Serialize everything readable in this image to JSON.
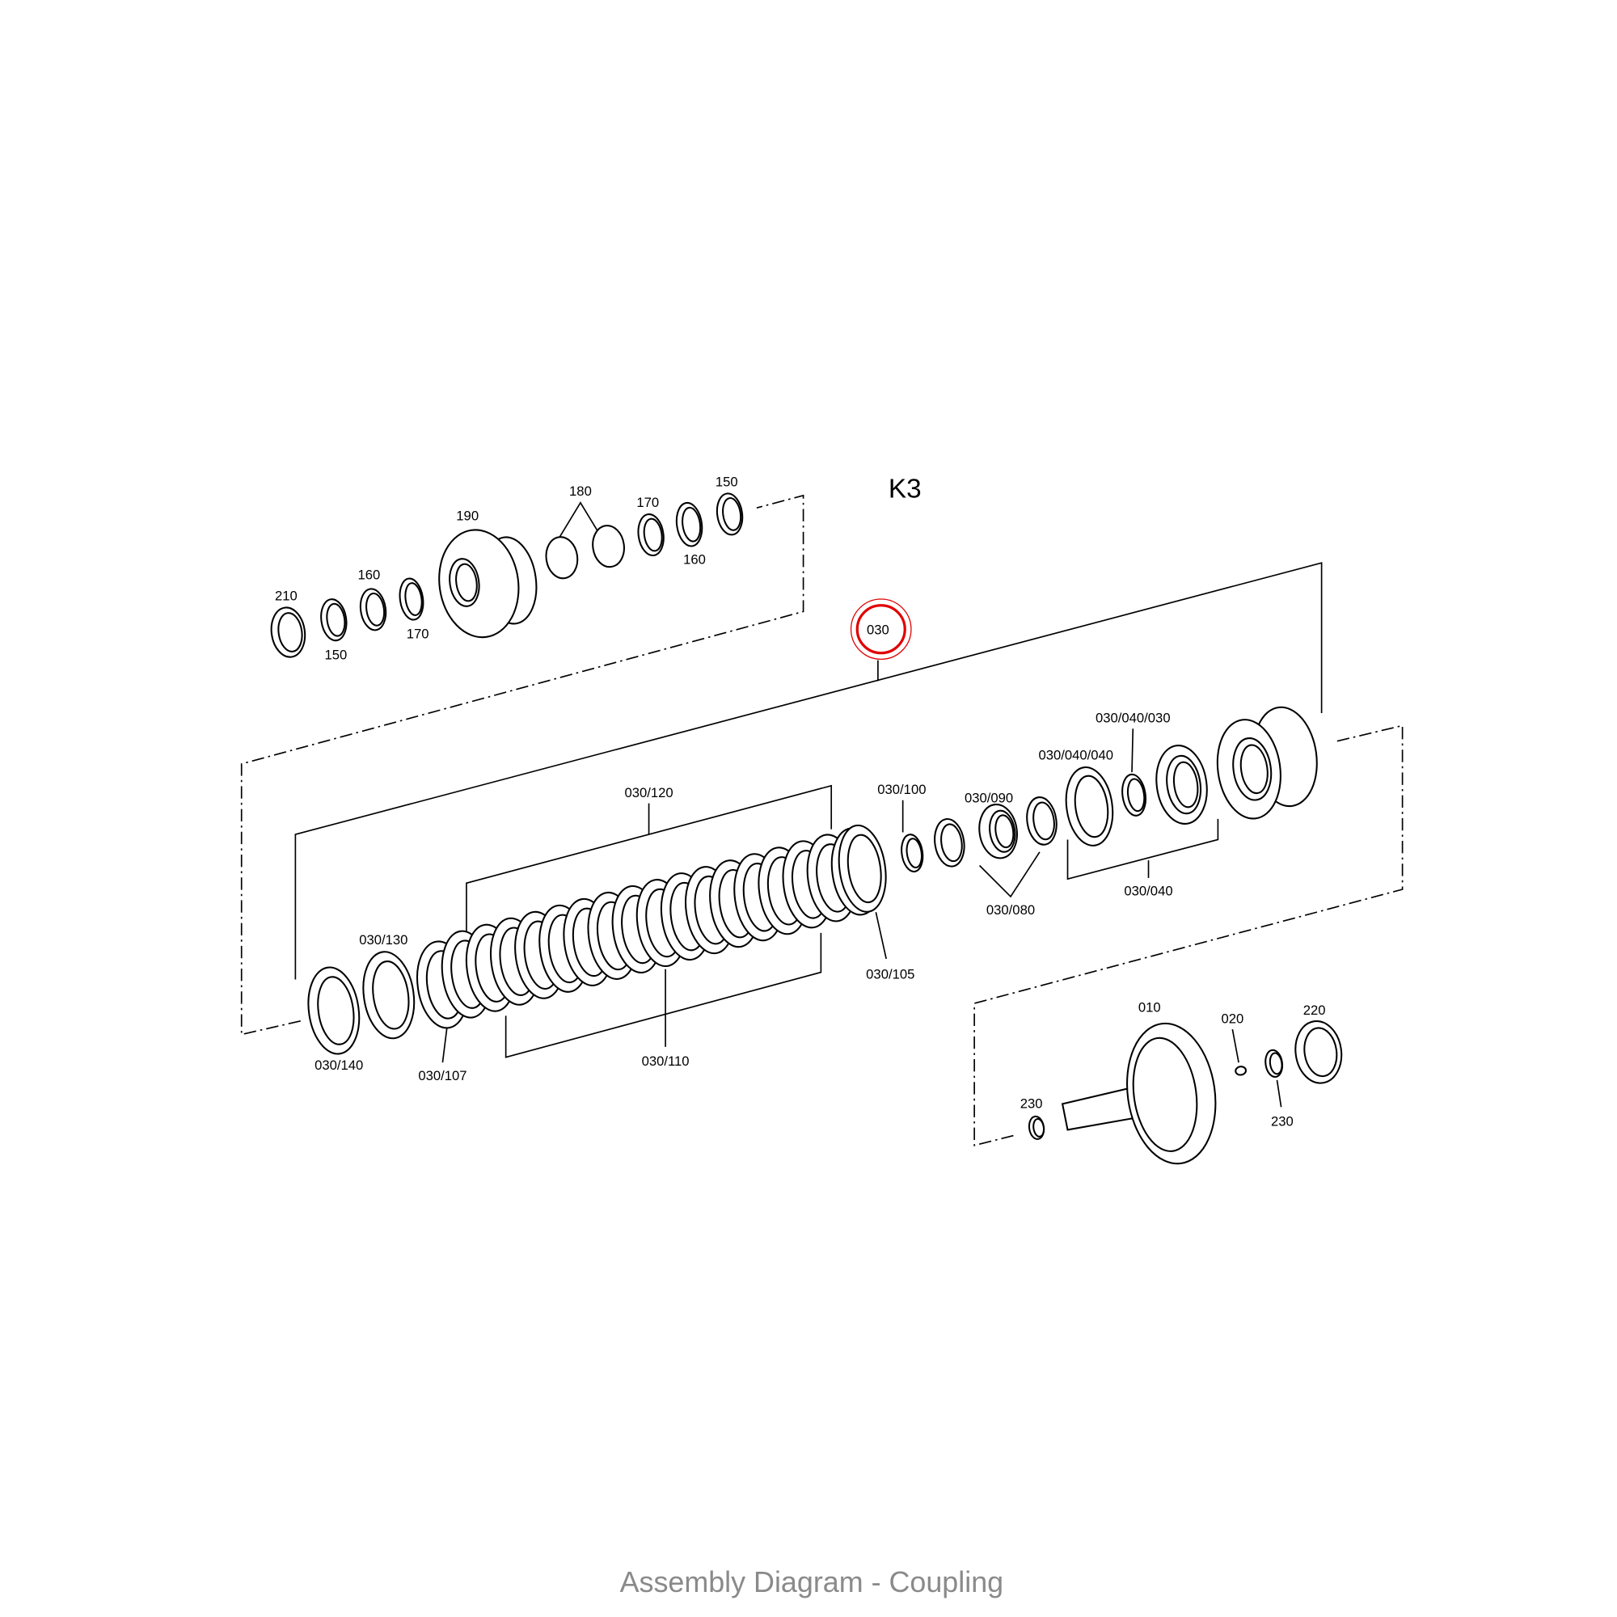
{
  "diagram": {
    "group_title": "K3",
    "highlight_label": "030",
    "highlight_color": "#e00000",
    "labels": [
      {
        "id": "l210",
        "text": "210"
      },
      {
        "id": "l150a",
        "text": "150"
      },
      {
        "id": "l160a",
        "text": "160"
      },
      {
        "id": "l170a",
        "text": "170"
      },
      {
        "id": "l190",
        "text": "190"
      },
      {
        "id": "l180",
        "text": "180"
      },
      {
        "id": "l170b",
        "text": "170"
      },
      {
        "id": "l160b",
        "text": "160"
      },
      {
        "id": "l150b",
        "text": "150"
      },
      {
        "id": "l030040030",
        "text": "030/040/030"
      },
      {
        "id": "l030040040",
        "text": "030/040/040"
      },
      {
        "id": "l030100",
        "text": "030/100"
      },
      {
        "id": "l030090",
        "text": "030/090"
      },
      {
        "id": "l030120",
        "text": "030/120"
      },
      {
        "id": "l030130",
        "text": "030/130"
      },
      {
        "id": "l030140",
        "text": "030/140"
      },
      {
        "id": "l030107",
        "text": "030/107"
      },
      {
        "id": "l030110",
        "text": "030/110"
      },
      {
        "id": "l030105",
        "text": "030/105"
      },
      {
        "id": "l030080",
        "text": "030/080"
      },
      {
        "id": "l030040",
        "text": "030/040"
      },
      {
        "id": "l010",
        "text": "010"
      },
      {
        "id": "l020",
        "text": "020"
      },
      {
        "id": "l220",
        "text": "220"
      },
      {
        "id": "l230a",
        "text": "230"
      },
      {
        "id": "l230b",
        "text": "230"
      }
    ]
  },
  "caption": "Assembly Diagram - Coupling"
}
